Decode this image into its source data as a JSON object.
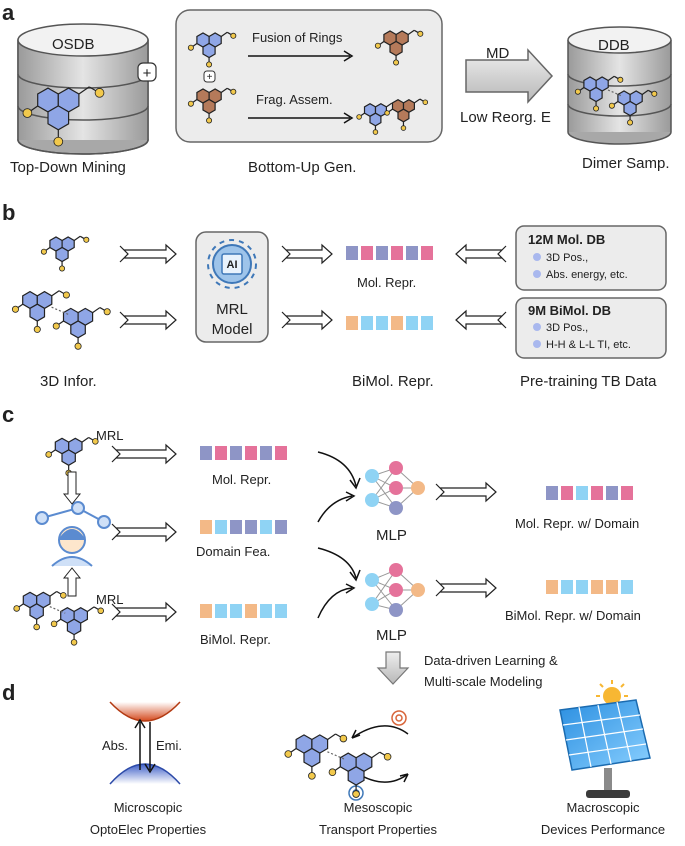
{
  "panels": {
    "a": "a",
    "b": "b",
    "c": "c",
    "d": "d"
  },
  "a": {
    "osdb_label": "OSDB",
    "plus_symbol": "+",
    "fusion_label": "Fusion of  Rings",
    "frag_label": "Frag. Assem.",
    "md_label": "MD",
    "low_reorg_label": "Low Reorg. E",
    "ddb_label": "DDB",
    "top_down_caption": "Top-Down Mining",
    "bottom_up_caption": "Bottom-Up Gen.",
    "dimer_caption": "Dimer Samp."
  },
  "b": {
    "ai_chip": "AI",
    "model_line1": "MRL",
    "model_line2": "Model",
    "mol_repr": "Mol. Repr.",
    "bimol_repr": "BiMol. Repr.",
    "db1_title": "12M Mol. DB",
    "db1_items": [
      "3D Pos.,",
      "Abs. energy, etc."
    ],
    "db2_title": "9M BiMol. DB",
    "db2_items": [
      "3D Pos.,",
      "H-H & L-L TI, etc."
    ],
    "caption_3d": "3D Infor.",
    "caption_bimol": "BiMol. Repr.",
    "caption_pretrain": "Pre-training TB Data"
  },
  "c": {
    "mrl_top": "MRL",
    "mrl_bottom": "MRL",
    "mol_repr": "Mol. Repr.",
    "domain_fea": "Domain Fea.",
    "bimol_repr": "BiMol. Repr.",
    "mlp_top": "MLP",
    "mlp_bottom": "MLP",
    "mol_domain": "Mol. Repr. w/ Domain",
    "bimol_domain": "BiMol. Repr. w/ Domain",
    "learning_line1": "Data-driven Learning &",
    "learning_line2": "Multi-scale Modeling"
  },
  "d": {
    "abs": "Abs.",
    "emi": "Emi.",
    "micro_line1": "Microscopic",
    "micro_line2": "OptoElec Properties",
    "meso_line1": "Mesoscopic",
    "meso_line2": "Transport Properties",
    "macro_line1": "Macroscopic",
    "macro_line2": "Devices Performance"
  },
  "colors": {
    "hex_blue": "#8fa6e6",
    "hex_brown": "#b57a5a",
    "node_yellow": "#f2c94c",
    "box_fill": "#ececec",
    "mol_repr_blocks": [
      "#8e95c6",
      "#e5729a",
      "#8e95c6",
      "#e5729a",
      "#8e95c6",
      "#e5729a"
    ],
    "bimol_repr_blocks": [
      "#f3b987",
      "#8fd3f4",
      "#8fd3f4",
      "#f3b987",
      "#8fd3f4",
      "#8fd3f4"
    ],
    "domain_blocks": [
      "#f3b987",
      "#8fd3f4",
      "#8e95c6",
      "#8e95c6",
      "#8fd3f4",
      "#8e95c6"
    ],
    "mol_domain_blocks": [
      "#8e95c6",
      "#e5729a",
      "#8fd3f4",
      "#e5729a",
      "#8e95c6",
      "#e5729a"
    ],
    "bimol_domain_blocks": [
      "#f3b987",
      "#8fd3f4",
      "#8fd3f4",
      "#f3b987",
      "#f3b987",
      "#8fd3f4"
    ]
  }
}
